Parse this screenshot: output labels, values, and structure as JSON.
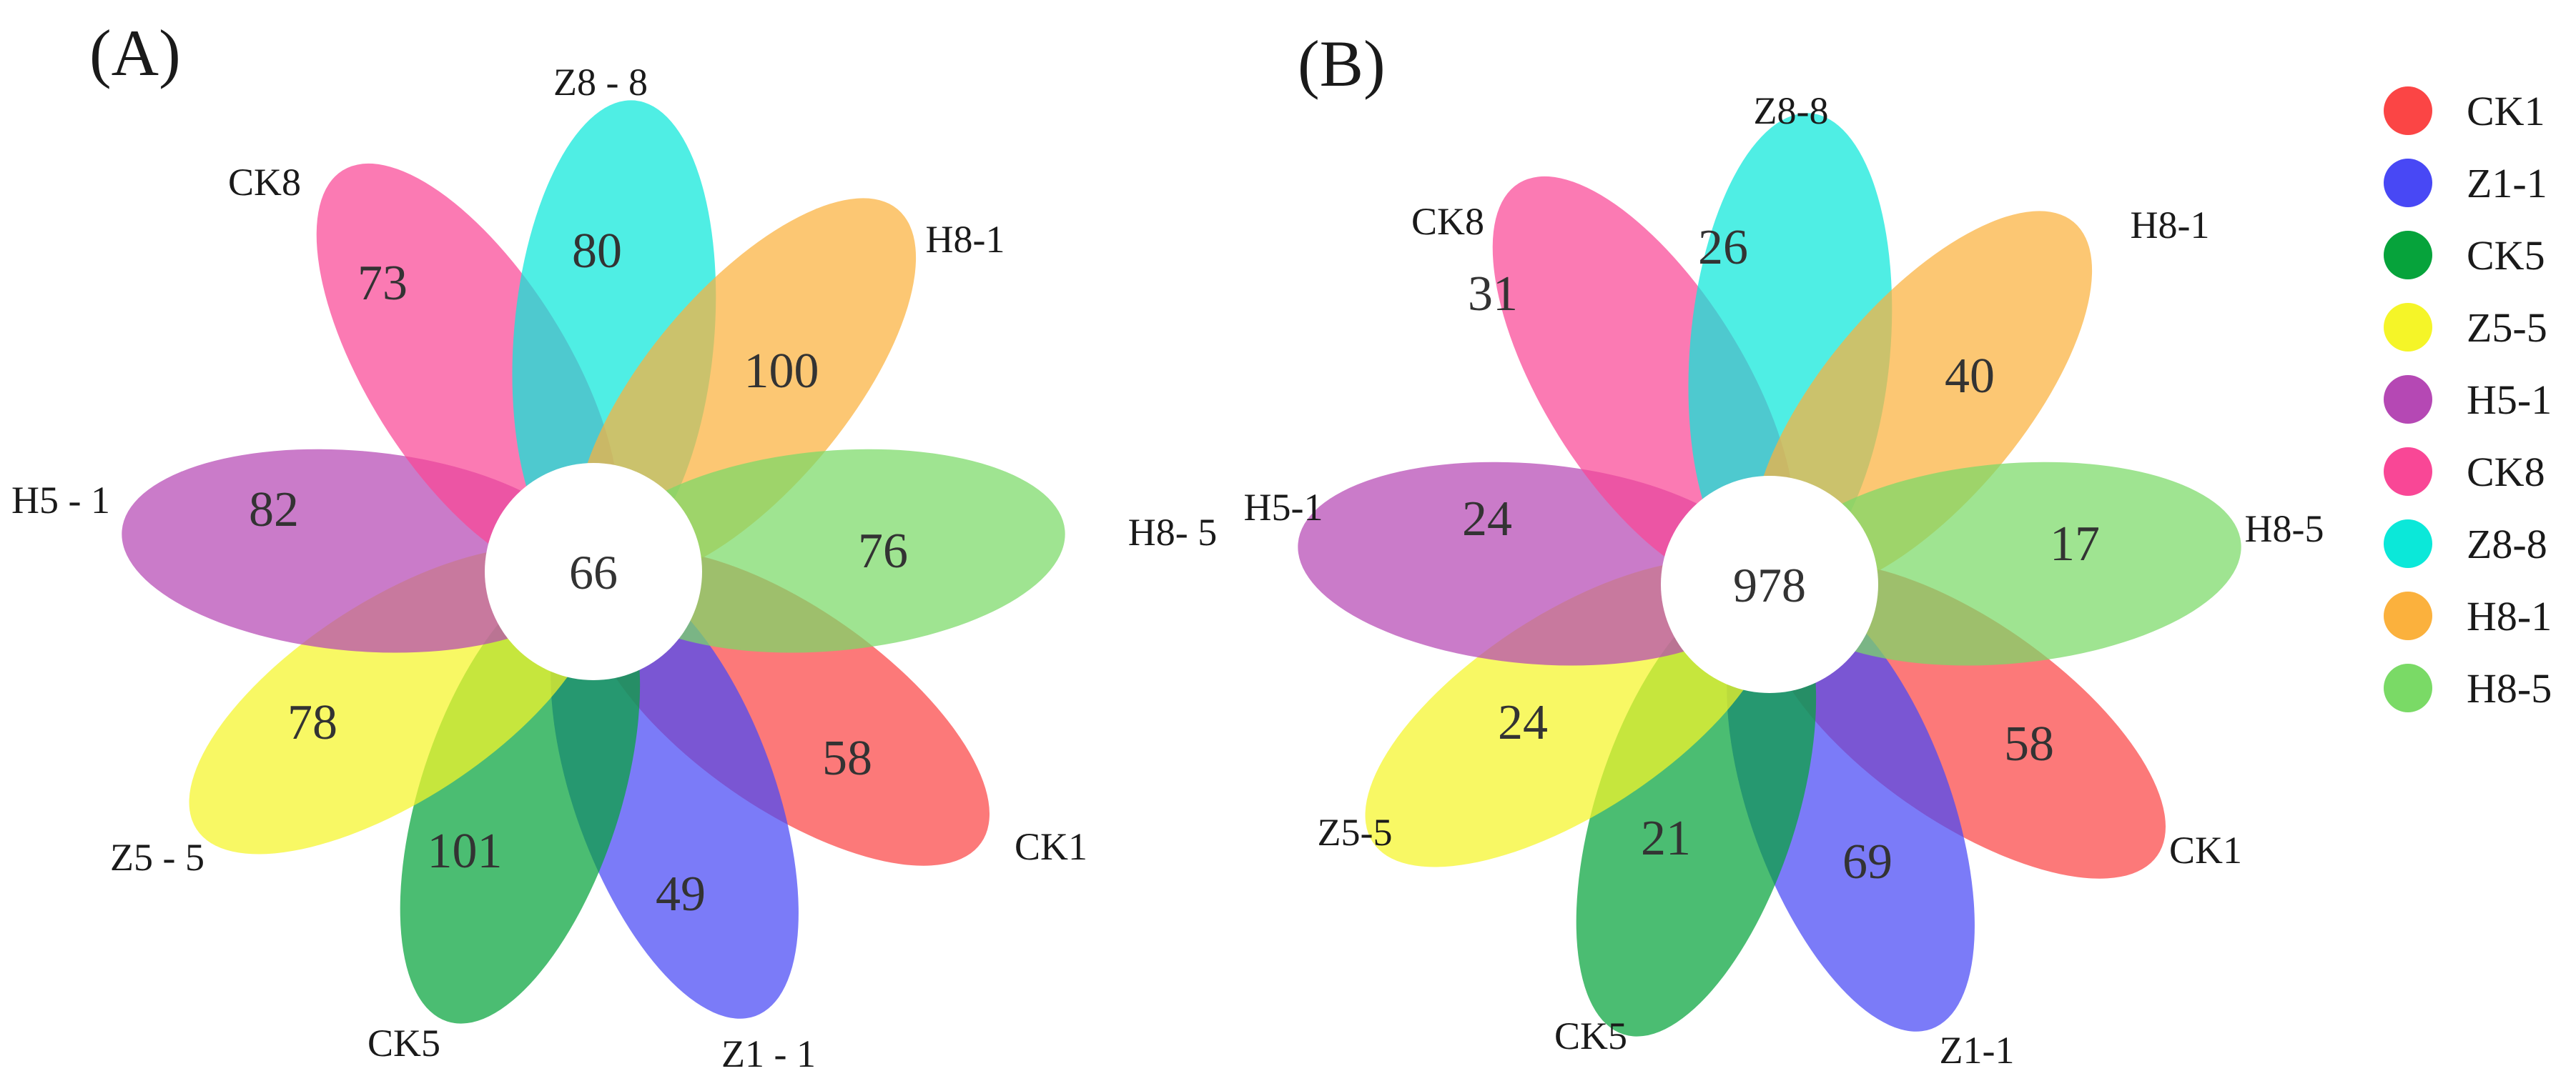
{
  "panels": [
    {
      "label": "(A)",
      "center": "66",
      "petals": [
        {
          "set": "CK1",
          "label": "CK1",
          "count": "58"
        },
        {
          "set": "Z1-1",
          "label": "Z1 - 1",
          "count": "49"
        },
        {
          "set": "CK5",
          "label": "CK5",
          "count": "101"
        },
        {
          "set": "Z5-5",
          "label": "Z5 - 5",
          "count": "78"
        },
        {
          "set": "H5-1",
          "label": "H5 - 1",
          "count": "82"
        },
        {
          "set": "CK8",
          "label": "CK8",
          "count": "73"
        },
        {
          "set": "Z8-8",
          "label": "Z8 - 8",
          "count": "80"
        },
        {
          "set": "H8-1",
          "label": "H8-1",
          "count": "100"
        },
        {
          "set": "H8-5",
          "label": "H8- 5",
          "count": "76"
        }
      ]
    },
    {
      "label": "(B)",
      "center": "978",
      "petals": [
        {
          "set": "CK1",
          "label": "CK1",
          "count": "58"
        },
        {
          "set": "Z1-1",
          "label": "Z1-1",
          "count": "69"
        },
        {
          "set": "CK5",
          "label": "CK5",
          "count": "21"
        },
        {
          "set": "Z5-5",
          "label": "Z5-5",
          "count": "24"
        },
        {
          "set": "H5-1",
          "label": "H5-1",
          "count": "24"
        },
        {
          "set": "CK8",
          "label": "CK8",
          "count": "31"
        },
        {
          "set": "Z8-8",
          "label": "Z8-8",
          "count": "26"
        },
        {
          "set": "H8-1",
          "label": "H8-1",
          "count": "40"
        },
        {
          "set": "H8-5",
          "label": "H8-5",
          "count": "17"
        }
      ]
    }
  ],
  "legend": [
    {
      "label": "CK1",
      "color": "#fb4545"
    },
    {
      "label": "Z1-1",
      "color": "#4848f5"
    },
    {
      "label": "CK5",
      "color": "#06a33b"
    },
    {
      "label": "Z5-5",
      "color": "#f5f528"
    },
    {
      "label": "H5-1",
      "color": "#b548b4"
    },
    {
      "label": "CK8",
      "color": "#f94796"
    },
    {
      "label": "Z8-8",
      "color": "#0be8d9"
    },
    {
      "label": "H8-1",
      "color": "#fbb13d"
    },
    {
      "label": "H8-5",
      "color": "#7ada66"
    }
  ]
}
